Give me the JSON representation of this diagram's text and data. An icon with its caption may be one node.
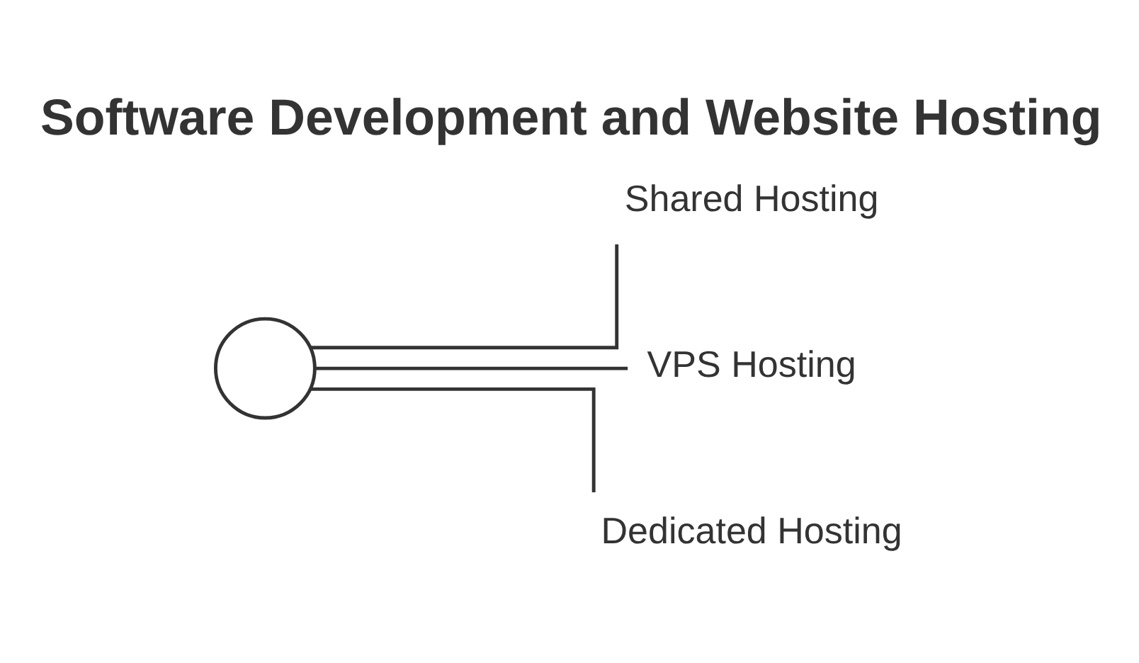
{
  "diagram": {
    "title": "Software Development and Website Hosting",
    "nodes": [
      {
        "text": [],
        "shape": "circle"
      },
      {
        "text": [
          "Shared Hosting"
        ]
      },
      {
        "text": [
          "VPS Hosting"
        ]
      },
      {
        "text": [
          "Dedicated Hosting"
        ]
      }
    ],
    "edges": [
      {
        "from": 0,
        "to": 1,
        "arrow": "none"
      },
      {
        "from": 0,
        "to": 2,
        "arrow": "none"
      },
      {
        "from": 0,
        "to": 3,
        "arrow": "none"
      }
    ]
  }
}
